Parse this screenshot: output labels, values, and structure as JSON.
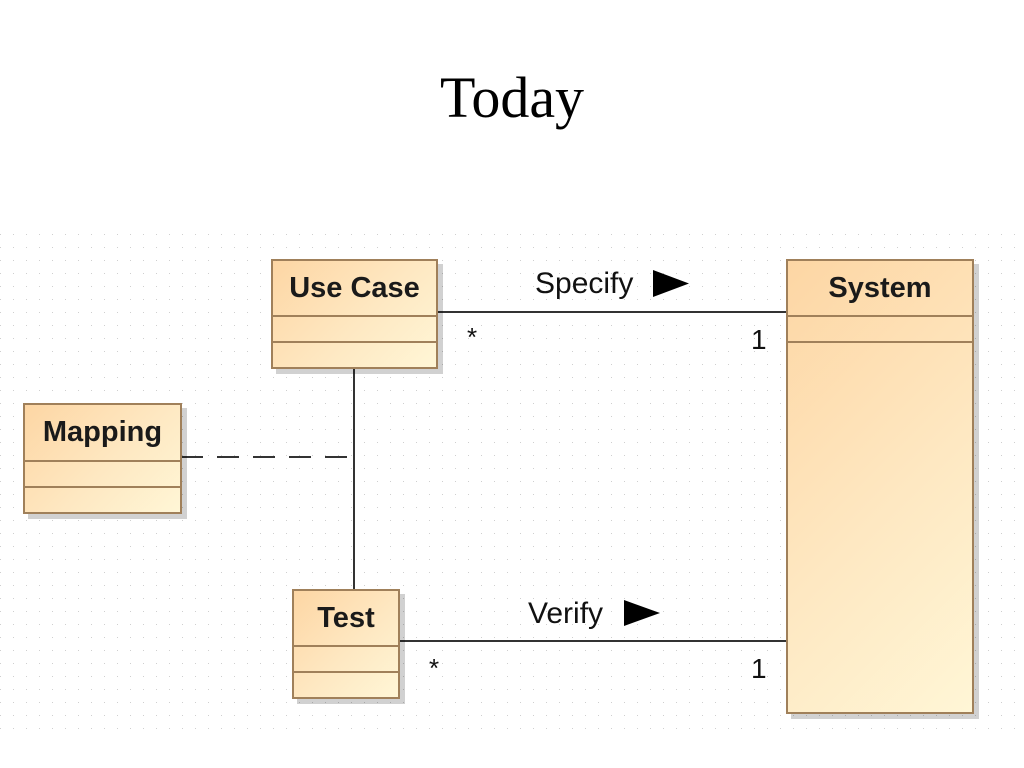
{
  "slide": {
    "title": "Today"
  },
  "diagram": {
    "classes": {
      "use_case": "Use Case",
      "system": "System",
      "mapping": "Mapping",
      "test": "Test"
    },
    "associations": {
      "specify": {
        "name": "Specify",
        "source_multiplicity": "*",
        "target_multiplicity": "1"
      },
      "verify": {
        "name": "Verify",
        "source_multiplicity": "*",
        "target_multiplicity": "1"
      }
    },
    "colors": {
      "class_fill_top": "#fdd6a4",
      "class_fill_bottom": "#fff6d6",
      "class_border": "#a0805a",
      "line": "#333333"
    }
  }
}
